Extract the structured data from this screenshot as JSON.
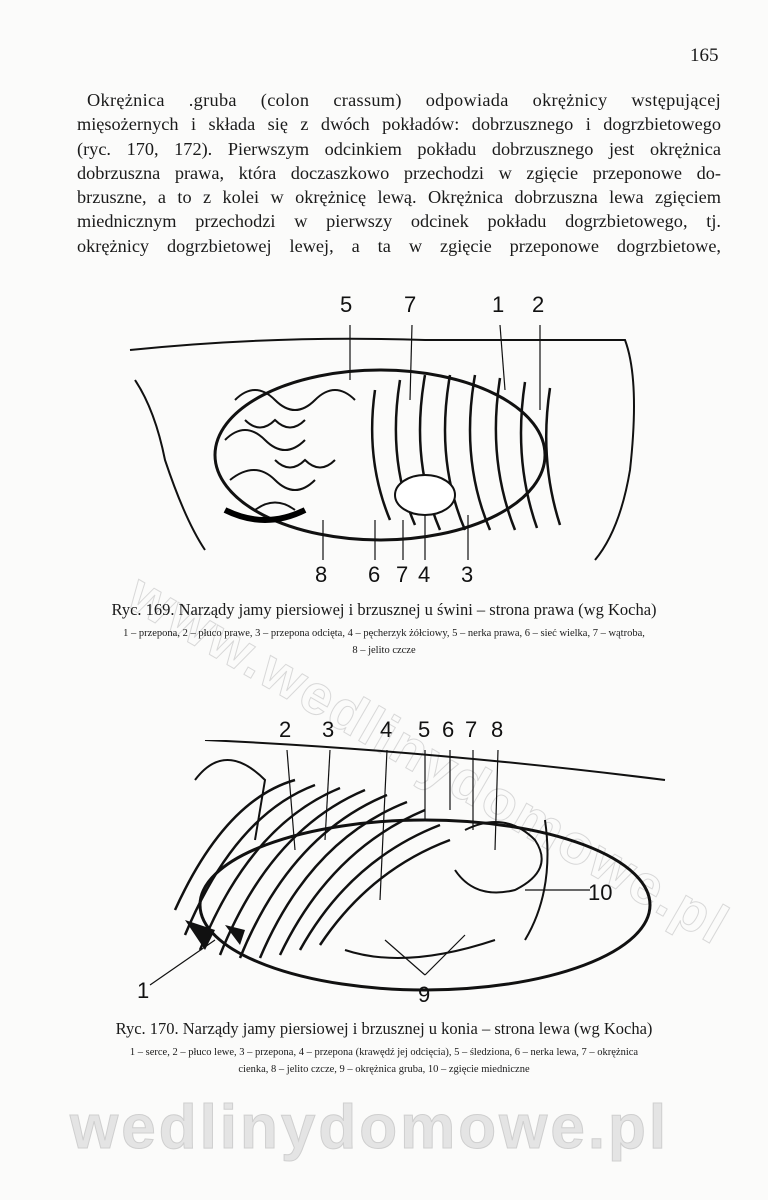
{
  "page_number": "165",
  "paragraph_lines": [
    "Okrężnica .gruba (colon crassum) odpowiada okrężnicy wstępującej",
    "mięsożernych i składa się z dwóch pokładów: dobrzusznego i dogrzbietowego",
    "(ryc. 170, 172). Pierwszym odcinkiem pokładu dobrzusznego jest okrężnica",
    "dobrzuszna prawa, która doczaszkowo przechodzi w zgięcie przeponowe do-",
    "brzuszne, a to z kolei w okrężnicę lewą. Okrężnica dobrzuszna lewa zgięciem",
    "miednicznym przechodzi w pierwszy odcinek pokładu dogrzbietowego, tj.",
    "okrężnicy dogrzbietowej lewej, a ta w zgięcie przeponowe dogrzbietowe,"
  ],
  "figure_169": {
    "labels_top": [
      "5",
      "7",
      "1",
      "2"
    ],
    "labels_bottom": [
      "8",
      "6",
      "7",
      "4",
      "3"
    ],
    "caption": "Ryc. 169. Narządy jamy piersiowej i brzusznej u świni – strona prawa (wg Kocha)",
    "legend_line1": "1 – przepona, 2 – płuco prawe, 3 – przepona odcięta, 4 – pęcherzyk żółciowy, 5 – nerka prawa, 6 – sieć wielka, 7 – wątroba,",
    "legend_line2": "8 – jelito czcze"
  },
  "figure_170": {
    "labels_top": [
      "2",
      "3",
      "4",
      "5",
      "6",
      "7",
      "8"
    ],
    "label_10": "10",
    "label_1": "1",
    "label_9": "9",
    "caption": "Ryc. 170. Narządy jamy piersiowej i brzusznej u konia – strona lewa (wg Kocha)",
    "legend_line1": "1 – serce, 2 – płuco lewe, 3 – przepona, 4 – przepona (krawędź jej odcięcia), 5 – śledziona, 6 – nerka lewa, 7 – okrężnica",
    "legend_line2": "cienka, 8 – jelito czcze, 9 – okrężnica gruba, 10 – zgięcie miedniczne"
  },
  "watermark": "wedlinydomowe.pl"
}
